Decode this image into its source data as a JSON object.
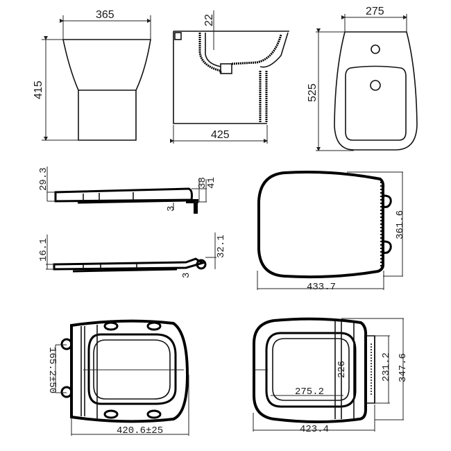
{
  "drawing": {
    "title": "Bidet and soft-close seat technical drawing",
    "views": {
      "bidet_front": {
        "width_label": "365",
        "height_label": "415"
      },
      "bidet_section": {
        "rim_label": "22",
        "depth_label": "425"
      },
      "bidet_top": {
        "width_label": "275",
        "length_label": "525"
      },
      "seat_side_closed": {
        "height_label": "29.3",
        "hinge_label_a": "38",
        "hinge_label_b": "41",
        "gap_label": "3"
      },
      "seat_side_open": {
        "height_label": "16.1",
        "hinge_label": "32.1",
        "gap_label": "3"
      },
      "seat_lid_top": {
        "width_label": "361.6",
        "length_label": "433.7"
      },
      "seat_underside": {
        "hinge_spacing_label": "165.2±50",
        "length_label": "420.6±25"
      },
      "seat_ring_top": {
        "inner_height_label": "226",
        "inner_width_label": "275.2",
        "hinge_bar_label": "231.2",
        "width_label": "347.6",
        "length_label": "423.4"
      }
    }
  }
}
